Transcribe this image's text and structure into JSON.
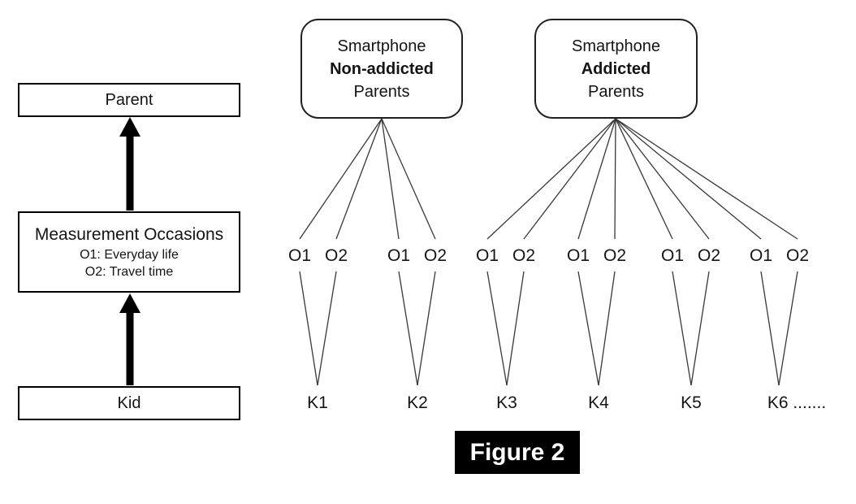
{
  "figure": {
    "caption": "Figure 2"
  },
  "left_panel": {
    "parent_label": "Parent",
    "measurement_title": "Measurement Occasions",
    "occasion1_desc": "O1: Everyday life",
    "occasion2_desc": "O2: Travel time",
    "kid_label": "Kid"
  },
  "clusters": [
    {
      "title_line1": "Smartphone",
      "title_line2": "Non-addicted",
      "title_line3": "Parents",
      "pair_indices": [
        0,
        1
      ],
      "kids": [
        "K1",
        "K2"
      ]
    },
    {
      "title_line1": "Smartphone",
      "title_line2": "Addicted",
      "title_line3": "Parents",
      "pair_indices": [
        2,
        3,
        4,
        5
      ],
      "kids": [
        "K3",
        "K4",
        "K5",
        "K6 ......."
      ]
    }
  ],
  "occasion_pairs": [
    [
      "O1",
      "O2"
    ],
    [
      "O1",
      "O2"
    ],
    [
      "O1",
      "O2"
    ],
    [
      "O1",
      "O2"
    ],
    [
      "O1",
      "O2"
    ],
    [
      "O1",
      "O2"
    ]
  ],
  "kid_labels": [
    "K1",
    "K2",
    "K3",
    "K4",
    "K5",
    "K6 ......."
  ],
  "colors": {
    "background": "#ffffff",
    "thin_line": "#383838",
    "arrow": "#000000",
    "box_border": "#000000",
    "text": "#141414",
    "caption_bg": "#000000",
    "caption_fg": "#ffffff"
  }
}
